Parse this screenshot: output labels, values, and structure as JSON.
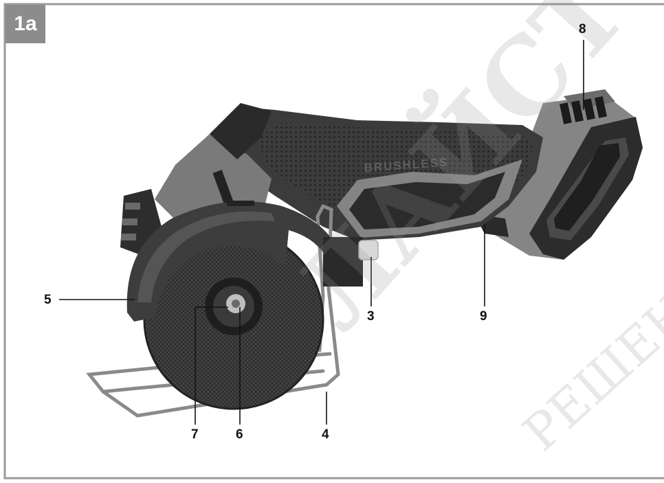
{
  "figure": {
    "badge": "1a",
    "callouts": [
      "8",
      "5",
      "3",
      "9",
      "7",
      "6",
      "4"
    ],
    "product_text": "BRUSHLESS",
    "watermark": {
      "line1": "ЛАЙСТОР",
      "line2": "РЕШЕНИ"
    }
  },
  "colors": {
    "frame": "#9a9a9a",
    "badge": "#8c8c8c",
    "tool_gray": "#7d7d7d",
    "tool_dark": "#2f2f2f",
    "disc": "#3a3a3a"
  }
}
